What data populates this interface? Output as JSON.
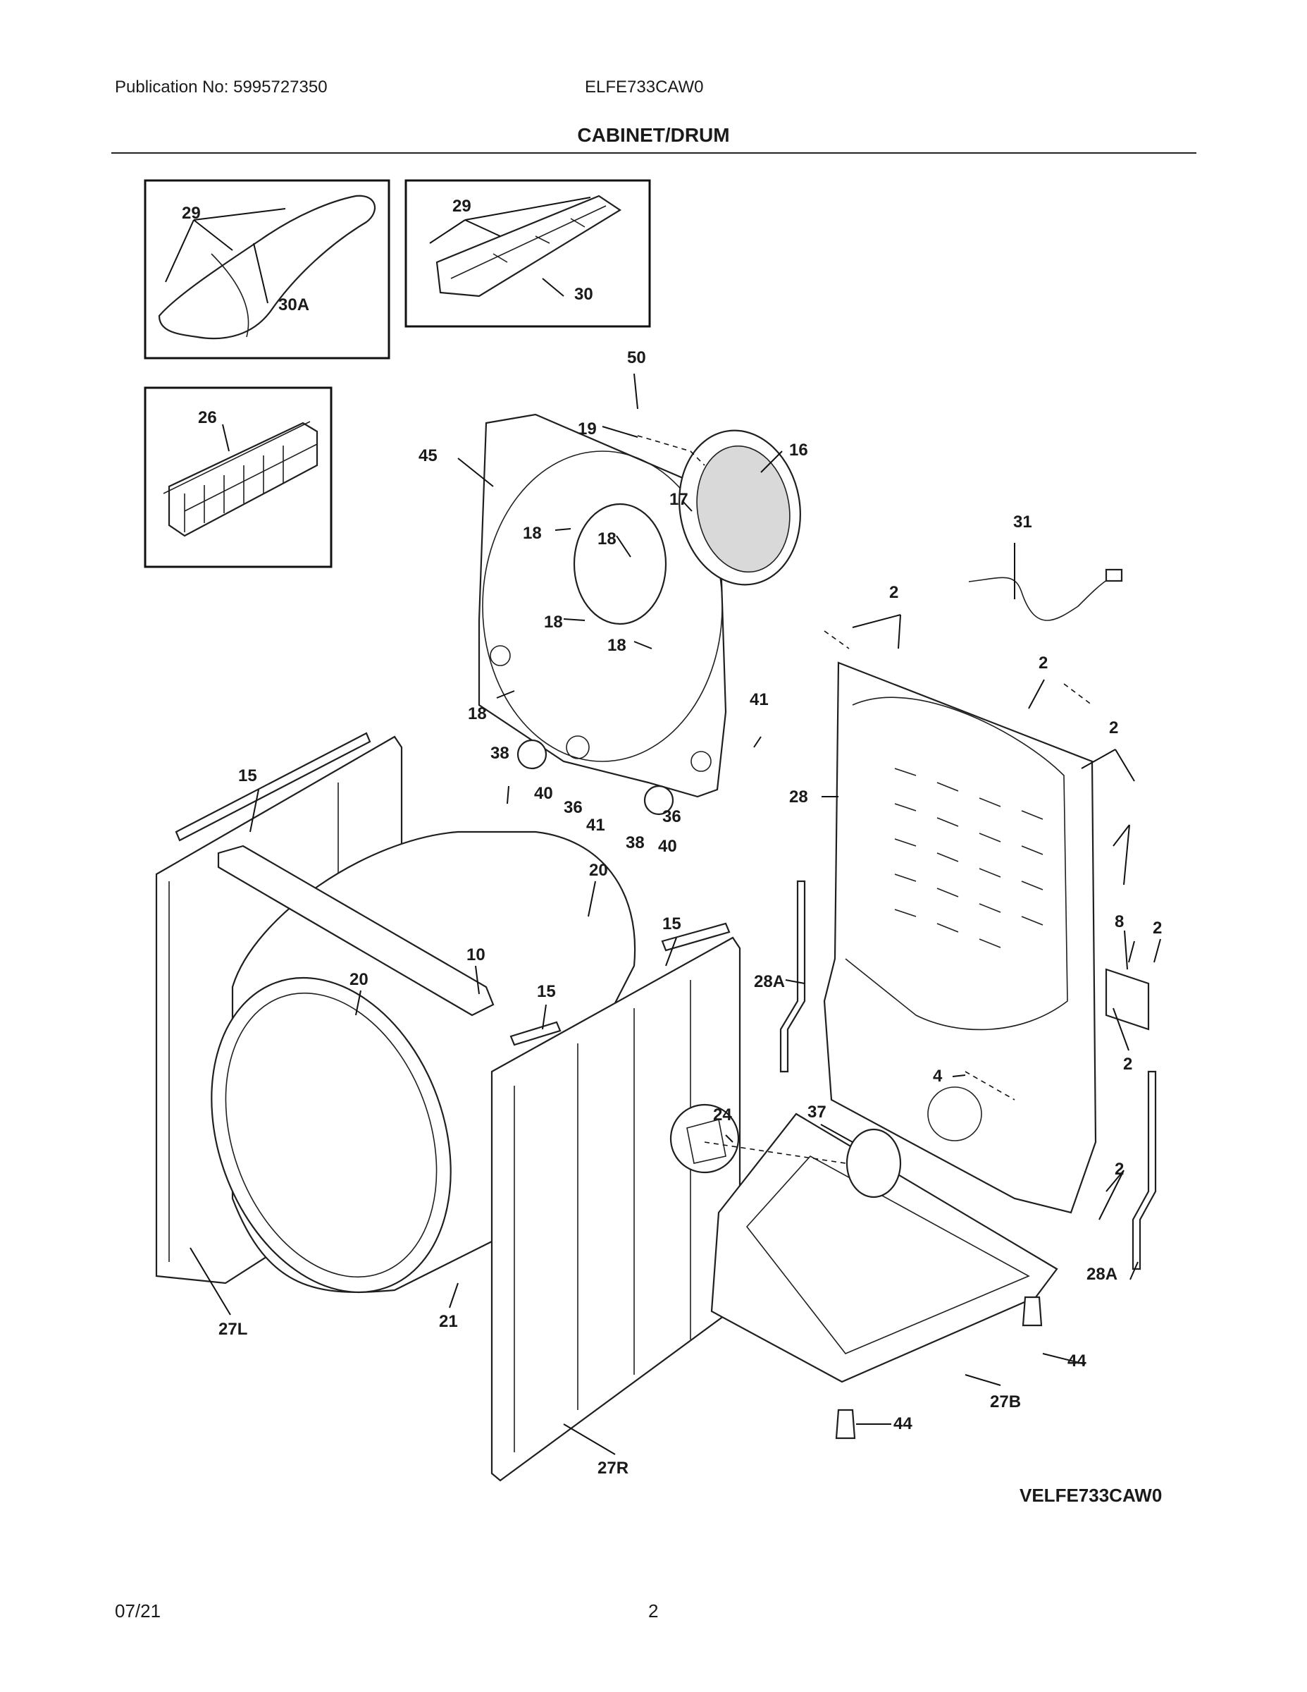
{
  "header": {
    "publication": "Publication No: 5995727350",
    "model": "ELFE733CAW0",
    "section_title": "CABINET/DRUM"
  },
  "footer": {
    "date": "07/21",
    "page": "2"
  },
  "diagram": {
    "diagram_id": "VELFE733CAW0",
    "callouts": [
      "29",
      "30A",
      "29",
      "30",
      "26",
      "50",
      "19",
      "16",
      "45",
      "17",
      "18",
      "18",
      "18",
      "18",
      "18",
      "31",
      "2",
      "2",
      "2",
      "41",
      "38",
      "36",
      "40",
      "41",
      "38",
      "40",
      "36",
      "28",
      "15",
      "20",
      "15",
      "10",
      "20",
      "15",
      "28A",
      "8",
      "2",
      "2",
      "4",
      "24",
      "37",
      "2",
      "28A",
      "27L",
      "21",
      "27R",
      "44",
      "27B",
      "44"
    ]
  }
}
